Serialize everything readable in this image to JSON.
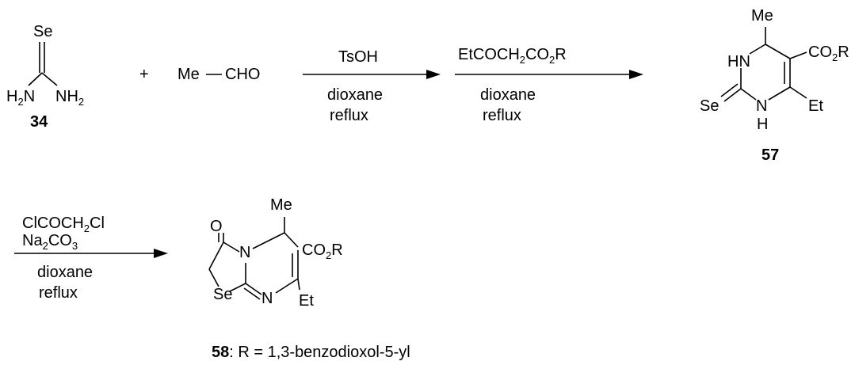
{
  "reactants": {
    "selenourea": {
      "se": "Se",
      "h2n": "H",
      "h2n_sub": "2",
      "h2n_n": "N",
      "nh2_n": "NH",
      "nh2_sub": "2",
      "label": "34"
    },
    "plus": "+",
    "aldehyde": {
      "me": "Me",
      "cho": "CHO"
    }
  },
  "step1": {
    "reagent": "TsOH",
    "solvent": "dioxane",
    "condition": "reflux"
  },
  "step2": {
    "reagent_parts": [
      "EtCOCH",
      "2",
      "CO",
      "2",
      "R"
    ],
    "solvent": "dioxane",
    "condition": "reflux"
  },
  "product57": {
    "me": "Me",
    "co2r": [
      "CO",
      "2",
      "R"
    ],
    "hn": "HN",
    "se": "Se",
    "n": "N",
    "h": "H",
    "et": "Et",
    "label": "57"
  },
  "step3": {
    "reagent1_parts": [
      "ClCOCH",
      "2",
      "Cl"
    ],
    "reagent2_parts": [
      "Na",
      "2",
      "CO",
      "3"
    ],
    "solvent": "dioxane",
    "condition": "reflux"
  },
  "product58": {
    "o": "O",
    "me": "Me",
    "co2r": [
      "CO",
      "2",
      "R"
    ],
    "n1": "N",
    "n2": "N",
    "se": "Se",
    "et": "Et",
    "label": "58",
    "caption": ": R = 1,3-benzodioxol-5-yl"
  }
}
